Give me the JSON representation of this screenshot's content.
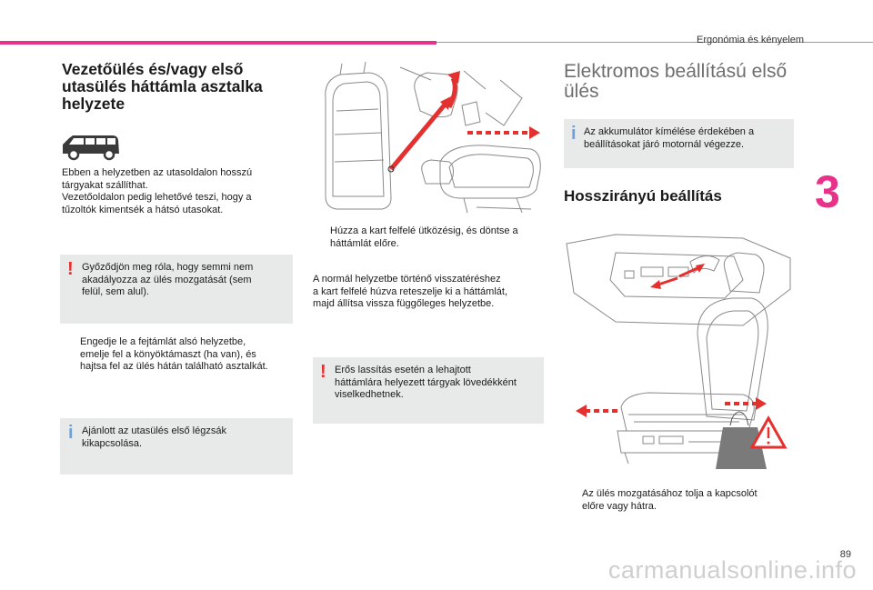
{
  "header": {
    "section": "Ergonómia és kényelem",
    "chapter_number": "3",
    "page_number": "89"
  },
  "left": {
    "title_lines": [
      "Vezetőülés és/vagy első",
      "utasülés háttámla asztalka",
      "helyzete"
    ],
    "intro_lines": [
      "Ebben a helyzetben az utasoldalon hosszú",
      "tárgyakat szállíthat.",
      "Vezetőoldalon pedig lehetővé teszi, hogy a",
      "tűzoltók kimentsék a hátsó utasokat."
    ],
    "warning_lines": [
      "Győződjön meg róla, hogy semmi nem",
      "akadályozza az ülés mozgatását (sem",
      "felül, sem alul)."
    ],
    "step_lines": [
      "Engedje le a fejtámlát alsó helyzetbe,",
      "emelje fel a könyöktámaszt (ha van), és",
      "hajtsa fel az ülés hátán található asztalkát."
    ],
    "info_lines": [
      "Ajánlott az utasülés első légzsák",
      "kikapcsolása."
    ]
  },
  "middle": {
    "step_lines": [
      "Húzza a kart felfelé ütközésig, és döntse a",
      "háttámlát előre."
    ],
    "para_lines": [
      "A normál helyzetbe történő visszatéréshez",
      "a kart felfelé húzva reteszelje ki a háttámlát,",
      "majd állítsa vissza függőleges helyzetbe."
    ],
    "warning_lines": [
      "Erős lassítás esetén a lehajtott",
      "háttámlára helyezett tárgyak lövedékként",
      "viselkedhetnek."
    ]
  },
  "right": {
    "title_lines": [
      "Elektromos beállítású első",
      "ülés"
    ],
    "info_lines": [
      "Az akkumulátor kímélése érdekében a",
      "beállításokat járó motornál végezze."
    ],
    "subtitle": "Hosszirányú beállítás",
    "step_lines": [
      "Az ülés mozgatásához tolja a kapcsolót",
      "előre vagy hátra."
    ]
  },
  "marks": {
    "warning": "!",
    "info": "i",
    "bullet": ""
  },
  "watermark": "carmanualsonline.info",
  "colors": {
    "accent": "#e8328a",
    "warning": "#e53030",
    "info": "#6fa1d8",
    "box": "#e8eaea",
    "arrow": "#e53030"
  }
}
